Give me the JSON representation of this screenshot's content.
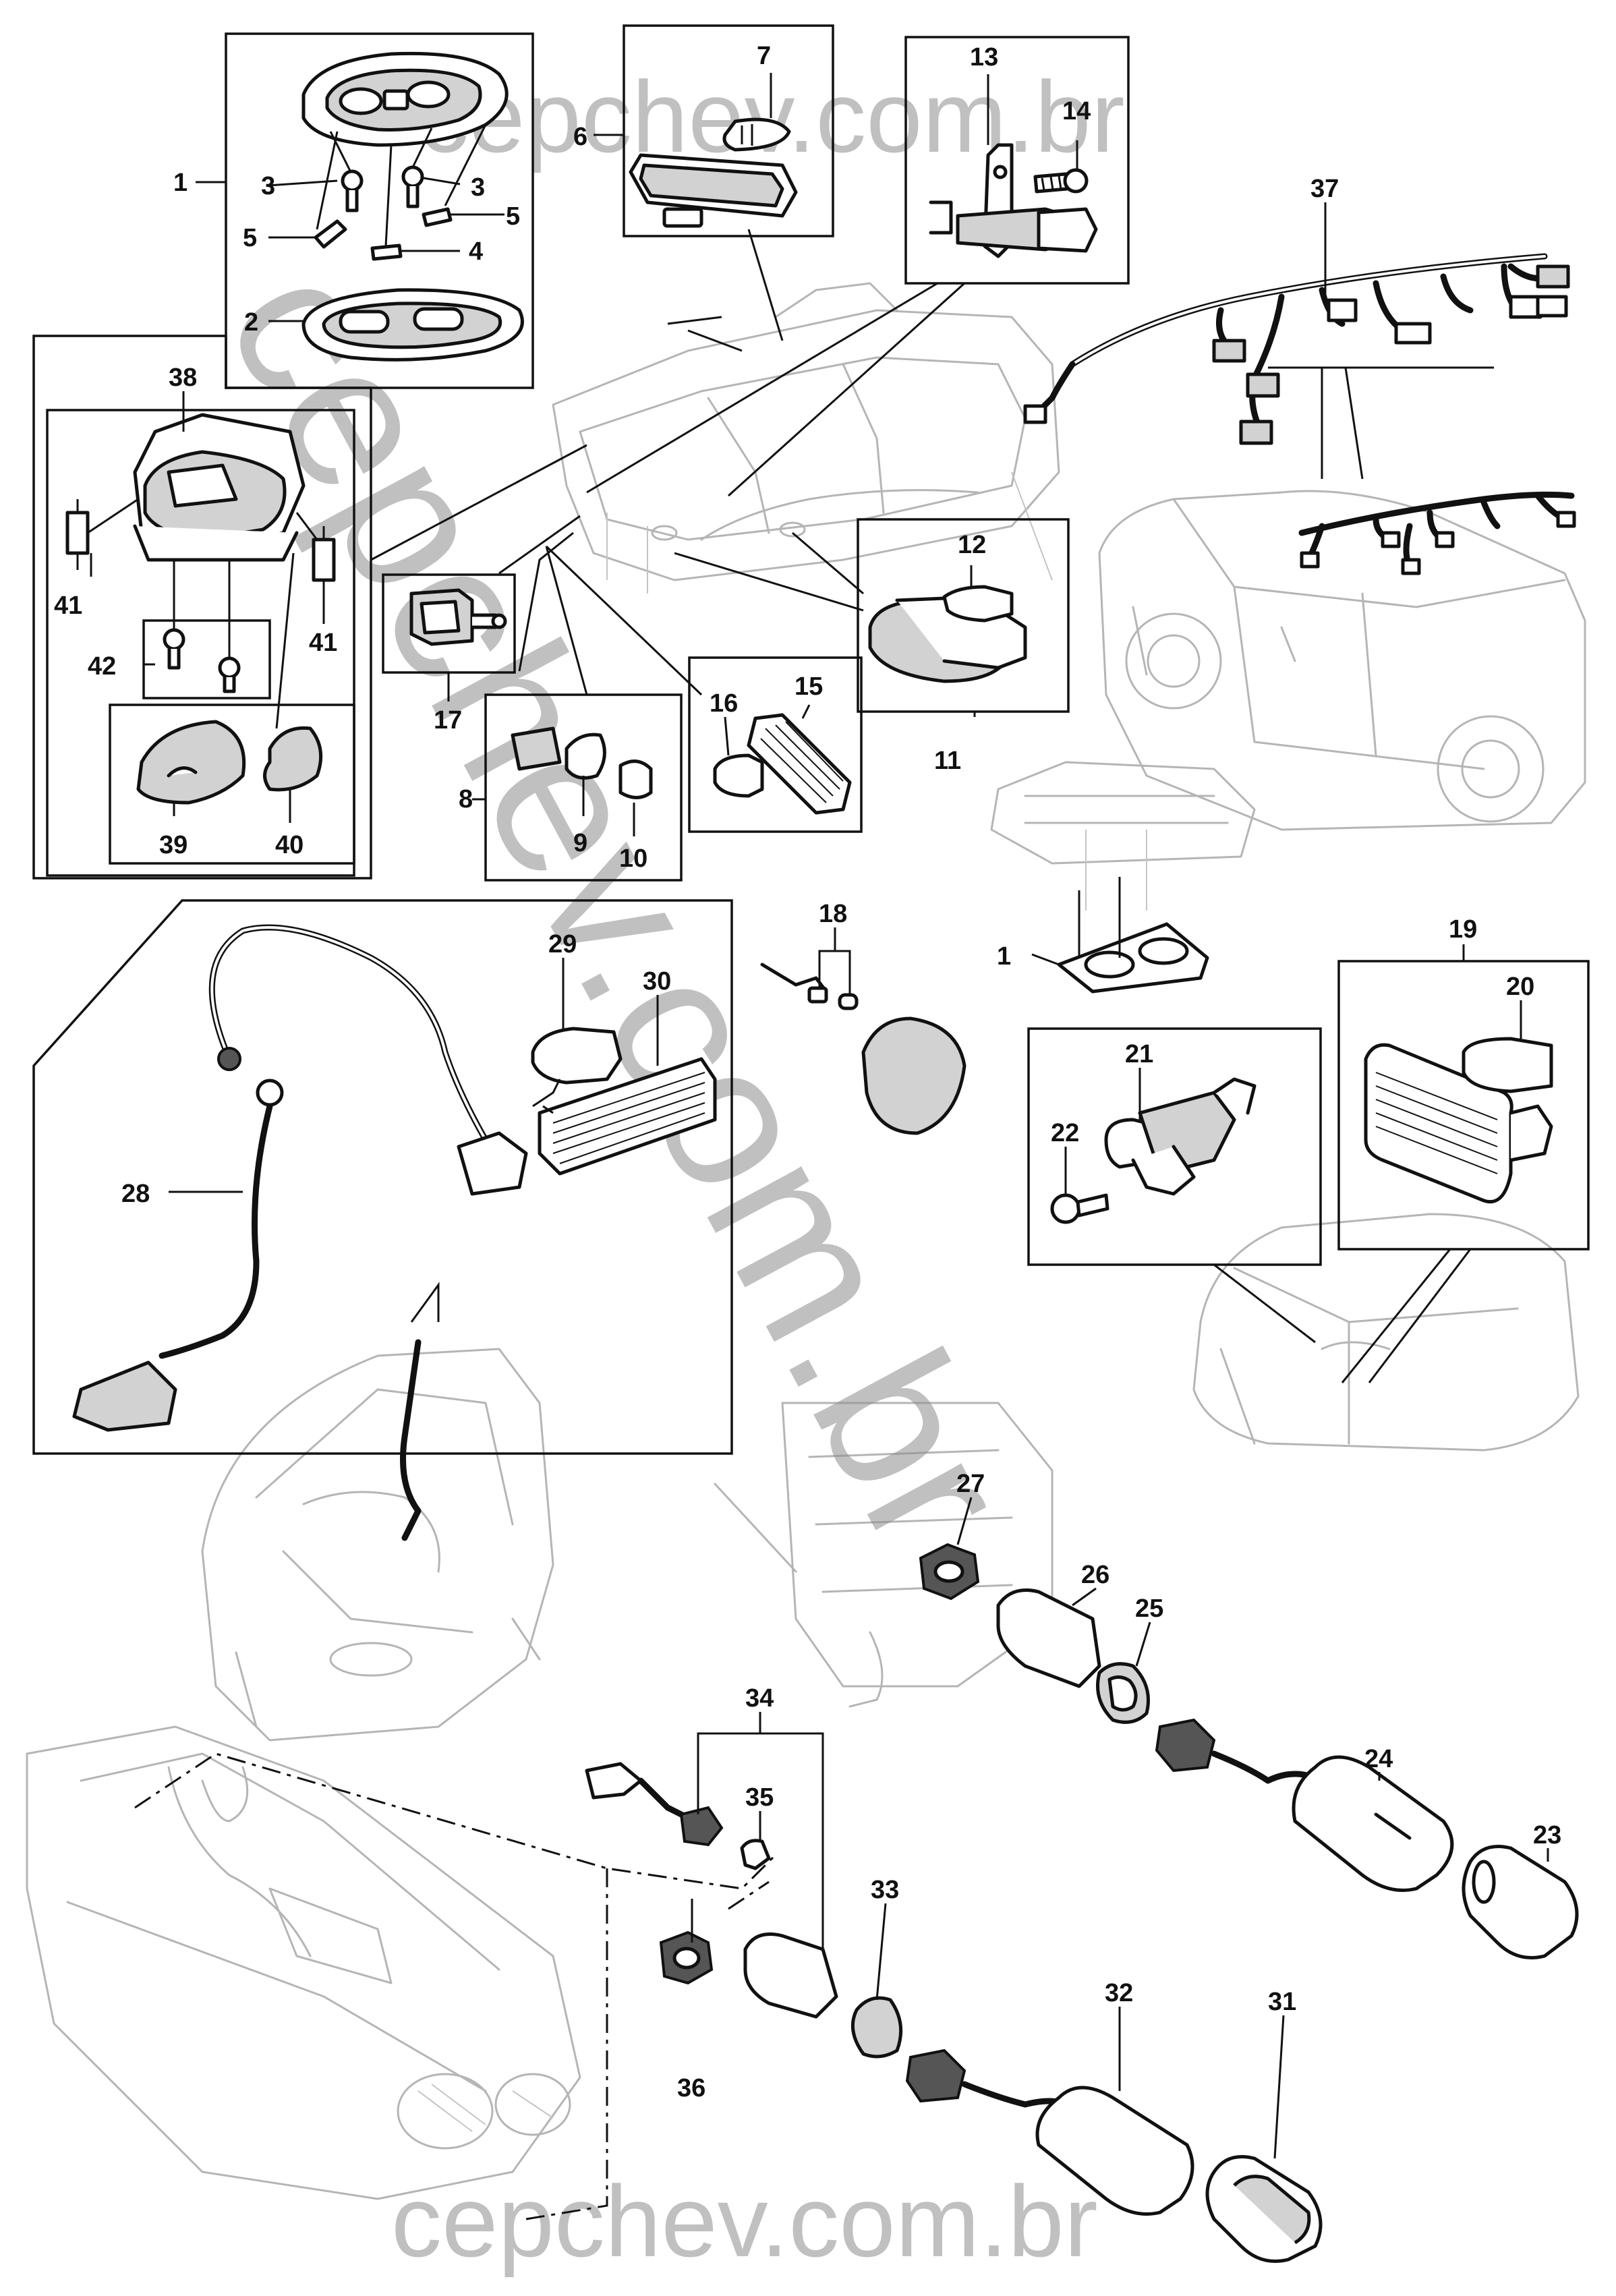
{
  "diagram": {
    "watermarks": {
      "top": "cepchev.com.br",
      "diagonal": "cepchev.com.br",
      "bottom": "cepchev.com.br"
    },
    "callouts": [
      {
        "id": "c1a",
        "text": "1"
      },
      {
        "id": "c2",
        "text": "2"
      },
      {
        "id": "c3a",
        "text": "3"
      },
      {
        "id": "c3b",
        "text": "3"
      },
      {
        "id": "c4",
        "text": "4"
      },
      {
        "id": "c5a",
        "text": "5"
      },
      {
        "id": "c5b",
        "text": "5"
      },
      {
        "id": "c6",
        "text": "6"
      },
      {
        "id": "c7",
        "text": "7"
      },
      {
        "id": "c8",
        "text": "8"
      },
      {
        "id": "c9",
        "text": "9"
      },
      {
        "id": "c10",
        "text": "10"
      },
      {
        "id": "c11",
        "text": "11"
      },
      {
        "id": "c12",
        "text": "12"
      },
      {
        "id": "c13",
        "text": "13"
      },
      {
        "id": "c14",
        "text": "14"
      },
      {
        "id": "c15",
        "text": "15"
      },
      {
        "id": "c16",
        "text": "16"
      },
      {
        "id": "c17",
        "text": "17"
      },
      {
        "id": "c18",
        "text": "18"
      },
      {
        "id": "c19",
        "text": "19"
      },
      {
        "id": "c20",
        "text": "20"
      },
      {
        "id": "c21",
        "text": "21"
      },
      {
        "id": "c22",
        "text": "22"
      },
      {
        "id": "c23",
        "text": "23"
      },
      {
        "id": "c24",
        "text": "24"
      },
      {
        "id": "c25",
        "text": "25"
      },
      {
        "id": "c26",
        "text": "26"
      },
      {
        "id": "c27",
        "text": "27"
      },
      {
        "id": "c28",
        "text": "28"
      },
      {
        "id": "c29",
        "text": "29"
      },
      {
        "id": "c30",
        "text": "30"
      },
      {
        "id": "c31",
        "text": "31"
      },
      {
        "id": "c32",
        "text": "32"
      },
      {
        "id": "c33",
        "text": "33"
      },
      {
        "id": "c34",
        "text": "34"
      },
      {
        "id": "c35",
        "text": "35"
      },
      {
        "id": "c36",
        "text": "36"
      },
      {
        "id": "c37",
        "text": "37"
      },
      {
        "id": "c38",
        "text": "38"
      },
      {
        "id": "c39",
        "text": "39"
      },
      {
        "id": "c40",
        "text": "40"
      },
      {
        "id": "c41a",
        "text": "41"
      },
      {
        "id": "c41b",
        "text": "41"
      },
      {
        "id": "c42",
        "text": "42"
      },
      {
        "id": "c1b",
        "text": "1"
      }
    ]
  }
}
